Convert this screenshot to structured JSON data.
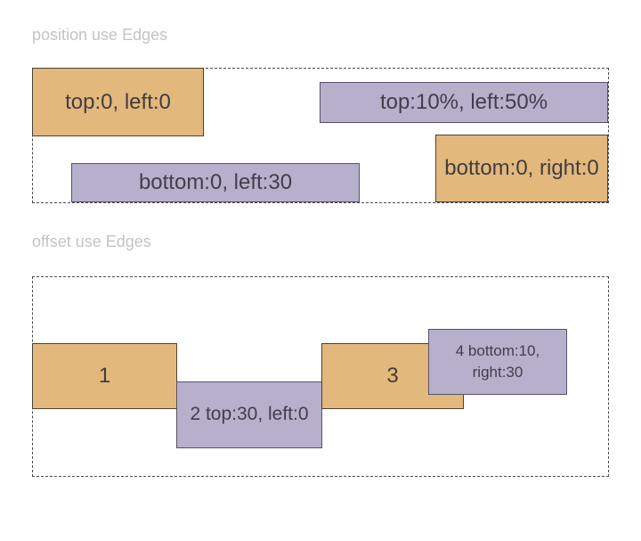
{
  "sections": [
    {
      "title": "position use Edges",
      "boxes": [
        {
          "label": "top:0, left:0",
          "variant": "orange"
        },
        {
          "label": "top:10%, left:50%",
          "variant": "purple"
        },
        {
          "label": "bottom:0, left:30",
          "variant": "purple"
        },
        {
          "label": "bottom:0, right:0",
          "variant": "orange"
        }
      ]
    },
    {
      "title": "offset use Edges",
      "boxes": [
        {
          "label": "1",
          "variant": "orange"
        },
        {
          "label": "2 top:30, left:0",
          "variant": "purple"
        },
        {
          "label": "3",
          "variant": "orange"
        },
        {
          "label": "4 bottom:10, right:30",
          "variant": "purple"
        }
      ]
    }
  ],
  "colors": {
    "orange_fill": "#e3b87d",
    "orange_border": "#4a4238",
    "purple_fill": "#b6b0cd",
    "purple_border": "#575264",
    "title_gray": "#c4c4c4",
    "dashed_border": "#4a4a4a",
    "box_text": "#413d3d",
    "page_background": "#ffffff"
  }
}
